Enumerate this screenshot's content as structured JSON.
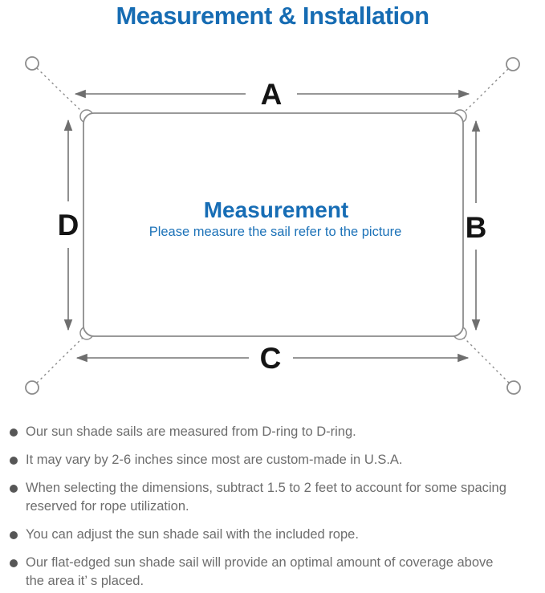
{
  "title": "Measurement & Installation",
  "diagram": {
    "labels": {
      "top": "A",
      "right": "B",
      "bottom": "C",
      "left": "D"
    },
    "center_heading": "Measurement",
    "center_subtitle": "Please measure the sail refer to the picture"
  },
  "notes": {
    "items": [
      "Our sun shade sails are measured from D-ring to D-ring.",
      "It may vary by 2-6 inches since most are custom-made in U.S.A.",
      "When selecting the dimensions, subtract 1.5 to 2 feet to account for some spacing reserved for rope utilization.",
      "You can adjust the sun shade sail with the included rope.",
      "Our flat-edged sun shade sail will provide an optimal amount of coverage above the area it’ s placed."
    ]
  },
  "colors": {
    "accent_blue": "#166cb3",
    "diagram_line_gray": "#8c8c8c",
    "arrow_gray": "#757575",
    "label_black": "#141414",
    "note_text_gray": "#6d6d6d"
  }
}
